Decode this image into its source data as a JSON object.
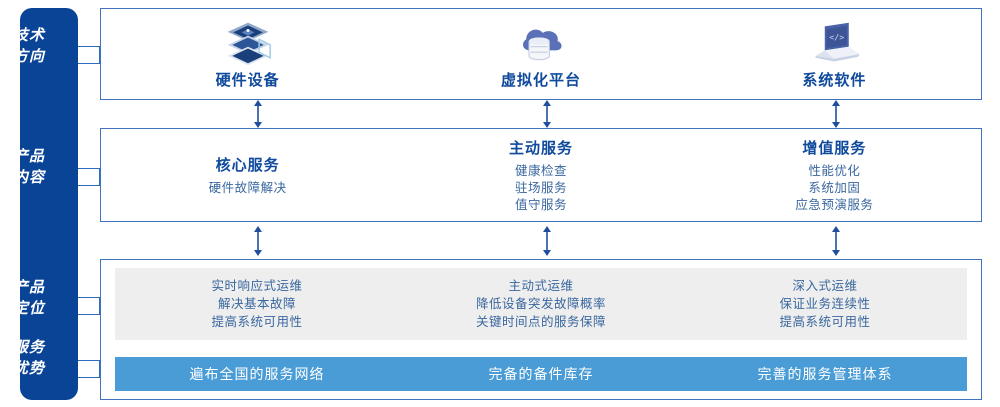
{
  "sidebar": {
    "color": "#0a4496",
    "labels": [
      {
        "name": "tech-direction",
        "line1": "技术",
        "line2": "方向"
      },
      {
        "name": "product-content",
        "line1": "产品",
        "line2": "内容"
      },
      {
        "name": "product-positioning",
        "line1": "产品",
        "line2": "定位"
      },
      {
        "name": "service-advantage",
        "line1": "服务",
        "line2": "优势"
      }
    ]
  },
  "tech": {
    "columns": [
      {
        "icon": "server-stack-icon",
        "label": "硬件设备"
      },
      {
        "icon": "cloud-database-icon",
        "label": "虚拟化平台"
      },
      {
        "icon": "laptop-code-icon",
        "label": "系统软件"
      }
    ]
  },
  "product": {
    "columns": [
      {
        "title": "核心服务",
        "items": [
          "硬件故障解决"
        ]
      },
      {
        "title": "主动服务",
        "items": [
          "健康检查",
          "驻场服务",
          "值守服务"
        ]
      },
      {
        "title": "增值服务",
        "items": [
          "性能优化",
          "系统加固",
          "应急预演服务"
        ]
      }
    ]
  },
  "positioning": {
    "boxes": [
      {
        "lines": [
          "实时响应式运维",
          "解决基本故障",
          "提高系统可用性"
        ]
      },
      {
        "lines": [
          "主动式运维",
          "降低设备突发故障概率",
          "关键时间点的服务保障"
        ]
      },
      {
        "lines": [
          "深入式运维",
          "保证业务连续性",
          "提高系统可用性"
        ]
      }
    ]
  },
  "advantage": {
    "accent": "#4a9cd6",
    "bars": [
      {
        "label": "遍布全国的服务网络"
      },
      {
        "label": "完备的备件库存"
      },
      {
        "label": "完善的服务管理体系"
      }
    ]
  },
  "colors": {
    "border": "#3f73c0",
    "title": "#0f4a9c",
    "body": "#39679f",
    "gray": "#eeeeee"
  }
}
